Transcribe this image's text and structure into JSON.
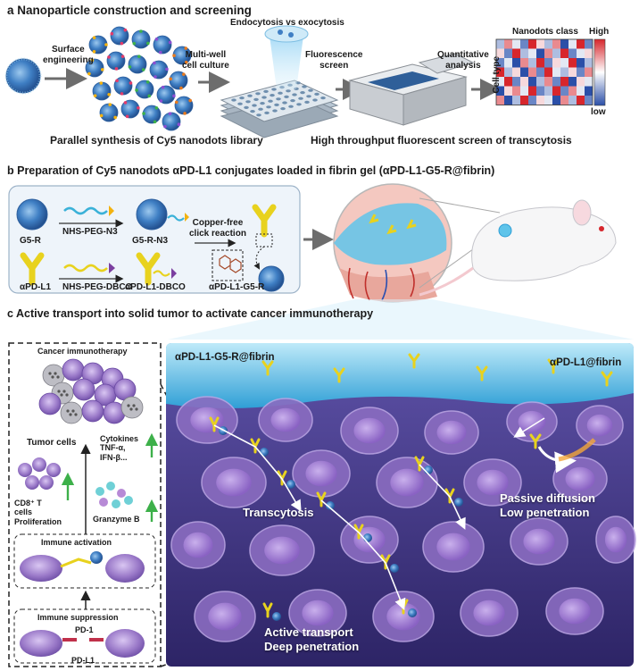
{
  "colors": {
    "nanodot_blue": "#3f7fc4",
    "antibody_yellow": "#e8d21e",
    "cell_purple": "#9b7ac9",
    "tumor_bg": "#3e2f7a",
    "gel_cyan": "#5fc4ea",
    "heat_high": "#d7262c",
    "heat_low": "#2b4fa8",
    "arrow_gray": "#6d6d6d"
  },
  "panel_a": {
    "title": "a Nanoparticle construction and screening",
    "steps": {
      "surface": "Surface\nengineering",
      "multiwell": "Multi-well\ncell culture",
      "endo": "Endocytosis vs exocytosis",
      "fluor": "Fluorescence\nscreen",
      "quant": "Quantitative\nanalysis"
    },
    "heatmap": {
      "title": "Nanodots class",
      "ylabel": "Cell type",
      "high": "High",
      "low": "low"
    },
    "caption_left": "Parallel synthesis of Cy5 nanodots library",
    "caption_right": "High throughput fluorescent screen of transcytosis"
  },
  "panel_b": {
    "title": "b Preparation of Cy5 nanodots αPD-L1 conjugates loaded in fibrin gel (αPD-L1-G5-R@fibrin)",
    "labels": {
      "g5r": "G5-R",
      "nhs_n3": "NHS-PEG-N3",
      "g5r_n3": "G5-R-N3",
      "copper": "Copper-free\nclick reaction",
      "apdl1": "αPD-L1",
      "nhs_dbco": "NHS-PEG-DBCO",
      "apdl1_dbco": "αPD-L1-DBCO",
      "apdl1_g5r": "αPD-L1-G5-R"
    }
  },
  "panel_c": {
    "title": "c Active transport into solid tumor to activate cancer immunotherapy",
    "left": {
      "cancer_immuno": "Cancer immunotherapy",
      "tumor_cells": "Tumor cells",
      "cytokines": "Cytokines\nTNF-α,\nIFN-β...",
      "cd8": "CD8⁺ T\ncells\nProliferation",
      "granzyme": "Granzyme B",
      "immune_activation": "Immune activation",
      "immune_suppression": "Immune suppression",
      "pd1": "PD-1",
      "pdl1": "PD-L1"
    },
    "right": {
      "left_gel": "αPD-L1-G5-R@fibrin",
      "right_gel": "αPD-L1@fibrin",
      "transcytosis": "Transcytosis",
      "passive": "Passive diffusion\nLow penetration",
      "active": "Active transport\nDeep penetration"
    }
  }
}
